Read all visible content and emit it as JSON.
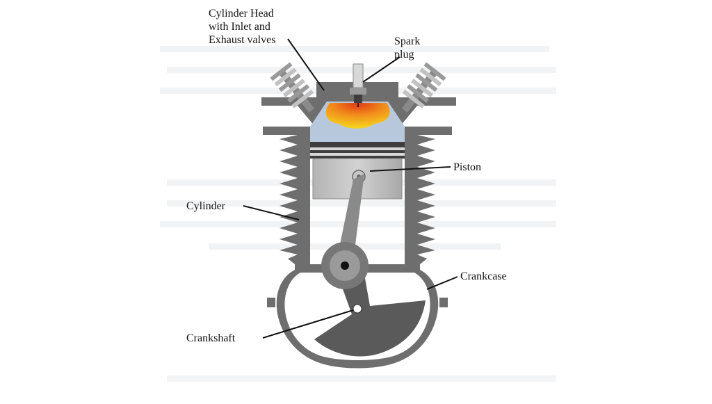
{
  "diagram": {
    "type": "engine-cross-section",
    "labels": {
      "cylinder_head": "Cylinder Head\nwith Inlet and\nExhaust valves",
      "spark_plug": "Spark\nplug",
      "piston": "Piston",
      "cylinder": "Cylinder",
      "crankcase": "Crankcase",
      "crankshaft": "Crankshaft"
    },
    "colors": {
      "metal": "#6e6e6e",
      "metal_light": "#aaaaaa",
      "metal_dark": "#3e3e3e",
      "chamber": "#b8c8dc",
      "flame_outer": "#f6d11d",
      "flame_mid": "#f08a1c",
      "flame_core": "#e23a14",
      "background": "#ffffff"
    }
  }
}
